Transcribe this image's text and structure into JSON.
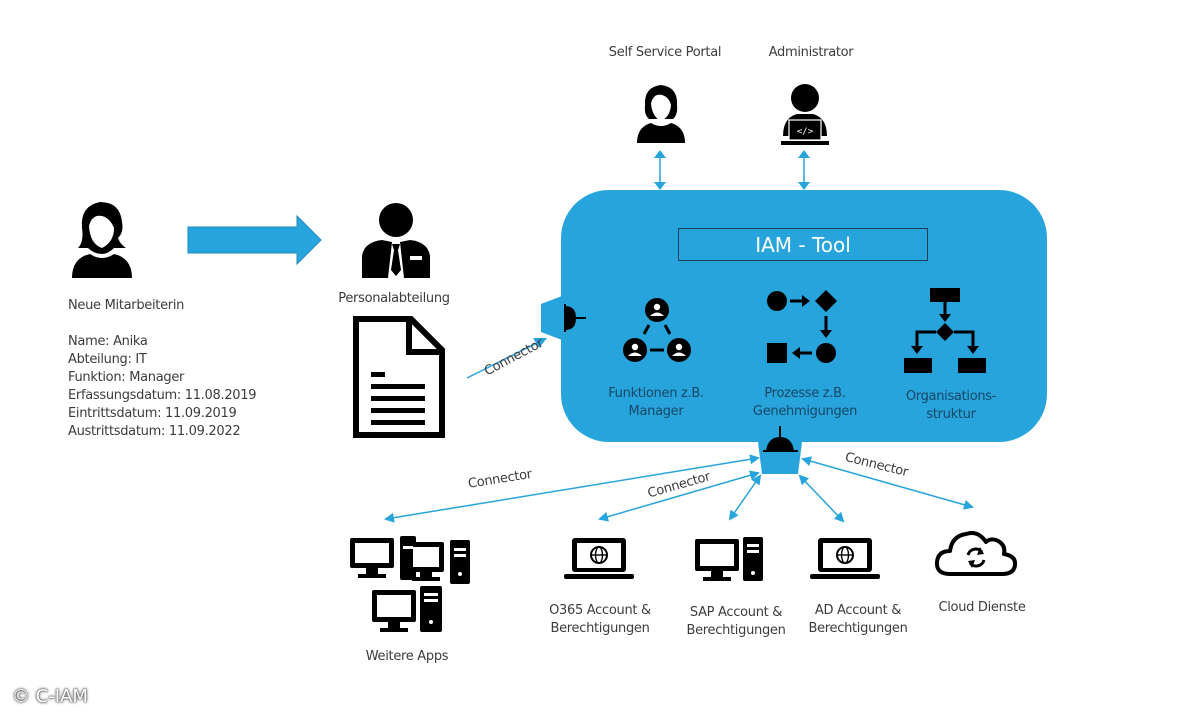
{
  "new_employee": {
    "title": "Neue Mitarbeiterin",
    "fields": [
      "Name: Anika",
      "Abteilung: IT",
      "Funktion: Manager",
      "Erfassungsdatum: 11.08.2019",
      "Eintrittsdatum: 11.09.2019",
      "Austrittsdatum: 11.09.2022"
    ]
  },
  "hr": {
    "label": "Personalabteilung"
  },
  "top_actors": {
    "self_service": "Self Service Portal",
    "administrator": "Administrator"
  },
  "iam_tool": {
    "title": "IAM - Tool",
    "modules": [
      {
        "line1": "Funktionen z.B.",
        "line2": "Manager"
      },
      {
        "line1": "Prozesse z.B.",
        "line2": "Genehmigungen"
      },
      {
        "line1": "Organisations-",
        "line2": "struktur"
      }
    ]
  },
  "connector_label": "Connector",
  "targets": [
    {
      "line1": "Weitere Apps",
      "line2": ""
    },
    {
      "line1": "O365 Account &",
      "line2": "Berechtigungen"
    },
    {
      "line1": "SAP Account &",
      "line2": "Berechtigungen"
    },
    {
      "line1": "AD Account &",
      "line2": "Berechtigungen"
    },
    {
      "line1": "Cloud Dienste",
      "line2": ""
    }
  ],
  "copyright": "© C-IAM",
  "colors": {
    "accent": "#27a4dc",
    "icon": "#000000",
    "text": "#3c3c3c"
  }
}
